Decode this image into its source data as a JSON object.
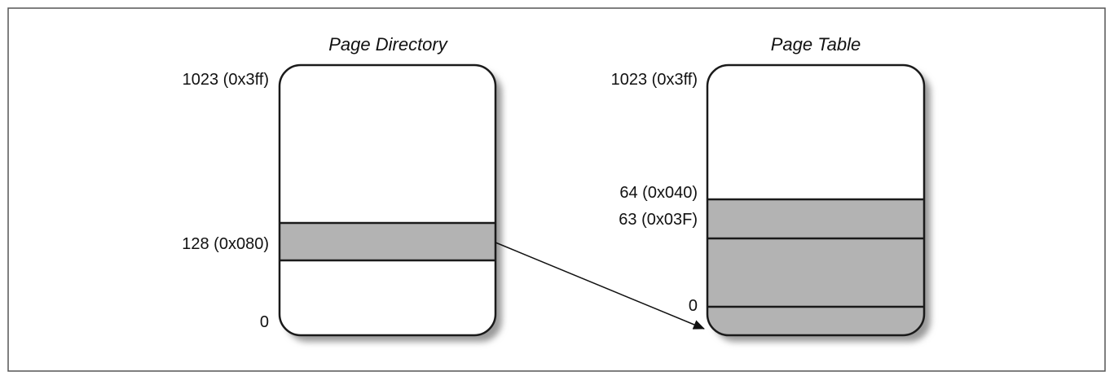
{
  "page_directory": {
    "title": "Page Directory",
    "label_top": "1023 (0x3ff)",
    "label_entry": "128 (0x080)",
    "label_bottom": "0"
  },
  "page_table": {
    "title": "Page Table",
    "label_top": "1023 (0x3ff)",
    "label_upper": "64 (0x040)",
    "label_lower": "63 (0x03F)",
    "label_bottom": "0"
  },
  "colors": {
    "box_fill": "#ffffff",
    "shaded_fill": "#b3b3b3",
    "stroke": "#1a1a1a",
    "shadow": "#9a9a9a",
    "frame": "#555555"
  }
}
